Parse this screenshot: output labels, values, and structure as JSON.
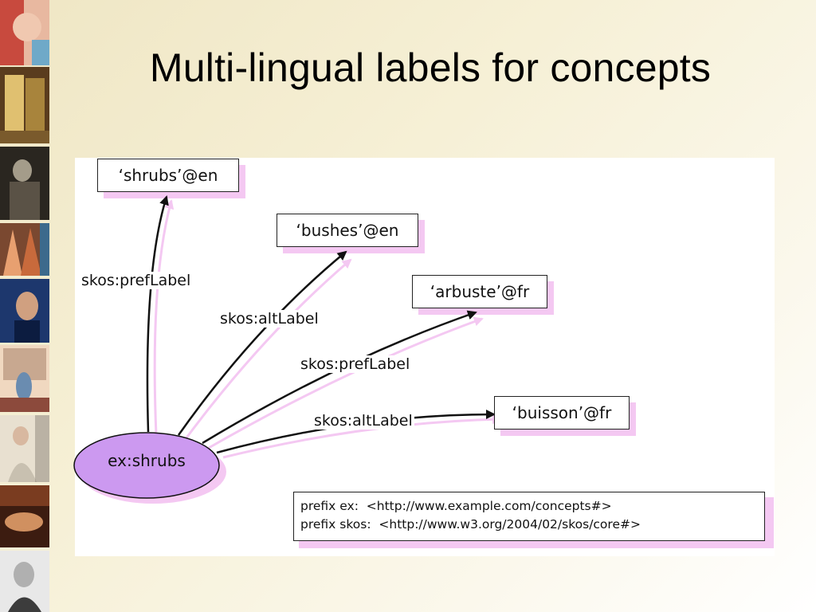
{
  "slide": {
    "title": "Multi-lingual labels for concepts"
  },
  "thumbnails": [
    {
      "name": "portrait-red-thumbnail",
      "colors": [
        "#c84a3e",
        "#e8b8a0",
        "#6fa9c8"
      ]
    },
    {
      "name": "cubist-faces-thumbnail",
      "colors": [
        "#a8843c",
        "#e0c070",
        "#5a3c1e"
      ]
    },
    {
      "name": "sepia-figure-thumbnail",
      "colors": [
        "#5a5246",
        "#a49c8a",
        "#2a2620"
      ]
    },
    {
      "name": "demoiselles-thumbnail",
      "colors": [
        "#c86a3c",
        "#e8a070",
        "#7a4830"
      ]
    },
    {
      "name": "blue-portrait-thumbnail",
      "colors": [
        "#2a4a8c",
        "#d0a080",
        "#0c1c40"
      ]
    },
    {
      "name": "window-scene-thumbnail",
      "colors": [
        "#c8a890",
        "#f0d8c0",
        "#8c4a3c"
      ]
    },
    {
      "name": "pastel-lady-thumbnail",
      "colors": [
        "#c8c0b0",
        "#e8e0d0",
        "#8c8478"
      ]
    },
    {
      "name": "reclining-figure-thumbnail",
      "colors": [
        "#7a3c20",
        "#d09060",
        "#3c1c10"
      ]
    },
    {
      "name": "bearded-man-thumbnail",
      "colors": [
        "#b0b0b0",
        "#e8e8e8",
        "#3c3c3c"
      ]
    }
  ],
  "diagram": {
    "source_node": "ex:shrubs",
    "targets": [
      {
        "label": "‘shrubs’@en",
        "edge": "skos:prefLabel"
      },
      {
        "label": "‘bushes’@en",
        "edge": "skos:altLabel"
      },
      {
        "label": "‘arbuste’@fr",
        "edge": "skos:prefLabel"
      },
      {
        "label": "‘buisson’@fr",
        "edge": "skos:altLabel"
      }
    ],
    "prefixes": [
      "prefix ex:  <http://www.example.com/concepts#>",
      "prefix skos:  <http://www.w3.org/2004/02/skos/core#>"
    ],
    "colors": {
      "ellipse_fill": "#cc99f0",
      "shadow": "#f4c8f2",
      "stroke": "#111111"
    }
  }
}
